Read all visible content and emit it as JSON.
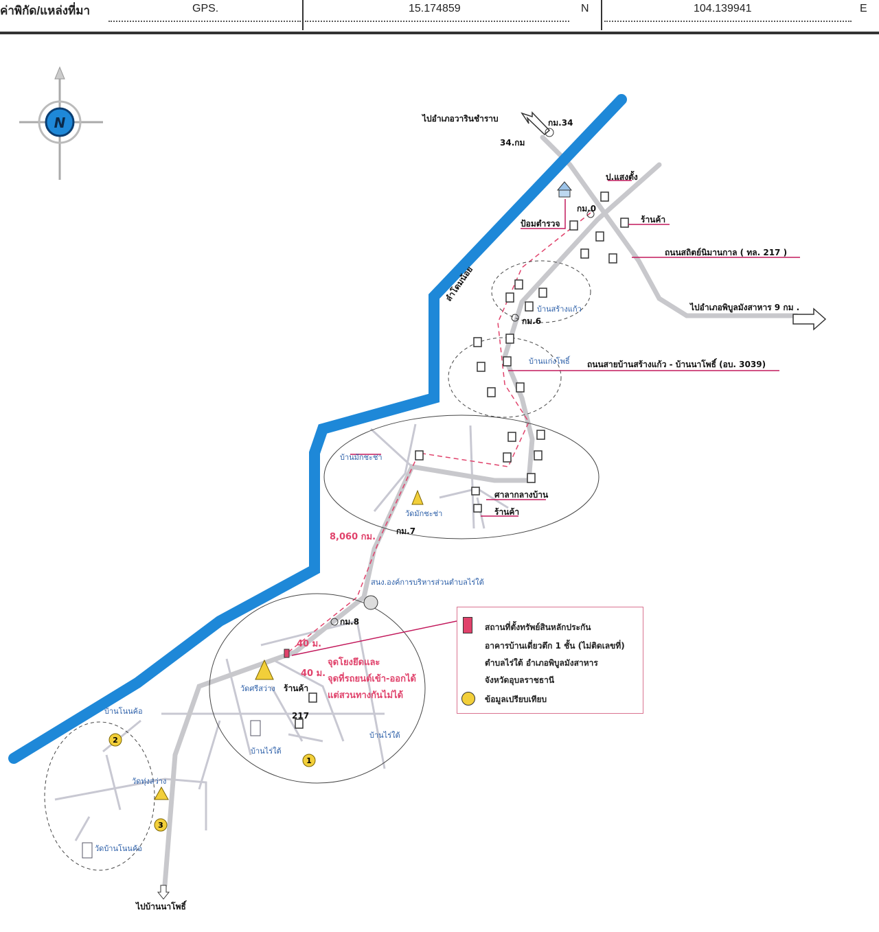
{
  "header": {
    "label": "ค่าพิกัด/แหล่งที่มา",
    "source": "GPS.",
    "latitude": "15.174859",
    "lat_dir": "N",
    "longitude": "104.139941",
    "lon_dir": "E"
  },
  "compass": {
    "letter": "N"
  },
  "colors": {
    "river": "#1e88d8",
    "road": "#c8c8cc",
    "accent": "#e0426b",
    "comparable": "#f2cf3a"
  },
  "map": {
    "river_label": "ลำโดมน้อย",
    "labels": {
      "to_warin": "ไปอำเภอวารินชำราบ",
      "km34": "กม.34",
      "km34b": "34.กม",
      "p_saengtang": "ป.แสงตั้ง",
      "km0": "กม.0",
      "police": "ป้อมตำรวจ",
      "shop1": "ร้านค้า",
      "road217": "ถนนสถิตย์นิมานกาล ( ทล. 217 )",
      "to_phibun": "ไปอำเภอพิบูลมังสาหาร 9 กม .",
      "ban_sang_kaew": "บ้านสร้างแก้ว",
      "km6": "กม.6",
      "ban_kaeng_pho": "บ้านแก่งโพธิ์",
      "road3039": "ถนนสายบ้านสร้างแก้ว - บ้านนาโพธิ์ (อบ. 3039)",
      "ban_mak_kha_cha": "บ้านมักชะช่า",
      "wat_mak_kha_cha": "วัดมักชะช่า",
      "village_shop": "ศาลากลางบ้าน",
      "shop2": "ร้านค้า",
      "distance": "8,060 กม.",
      "km7": "กม.7",
      "tao_office": "สนง.องค์การบริหารส่วนตำบลไร่ใต้",
      "km8": "กม.8",
      "dist40a": "40 ม.",
      "dist40b": "40 ม.",
      "note1": "จุดโยงยึดและ",
      "note2": "จุดที่รถยนต์เข้า-ออกได้",
      "note3": "แต่สวนทางกันไม่ได้",
      "wat_si_sawang": "วัดศรีสว่าง",
      "shop3": "ร้านค้า",
      "r217": "217",
      "ban_rai_tai_school": "บ้านไร่ใต้",
      "ban_rai_tai": "บ้านไร่ใต้",
      "ban_non_khae": "บ้านโนนค้อ",
      "wat_thung_sawang": "วัดทุ่งสว่าง",
      "wat_ban_non_kho": "วัดบ้านโนนค้อ",
      "to_ban_na_pho": "ไปบ้านนาโพธิ์"
    },
    "comparables": [
      "1",
      "2",
      "3"
    ]
  },
  "legend": {
    "line1": "สถานที่ตั้งทรัพย์สินหลักประกัน",
    "line2": "อาคารบ้านเดี่ยวตึก 1 ชั้น (ไม่ติดเลขที่)",
    "line3": "ตำบลไร่ใต้ อำเภอพิบูลมังสาหาร",
    "line4": "จังหวัดอุบลราชธานี",
    "line5": "ข้อมูลเปรียบเทียบ"
  }
}
